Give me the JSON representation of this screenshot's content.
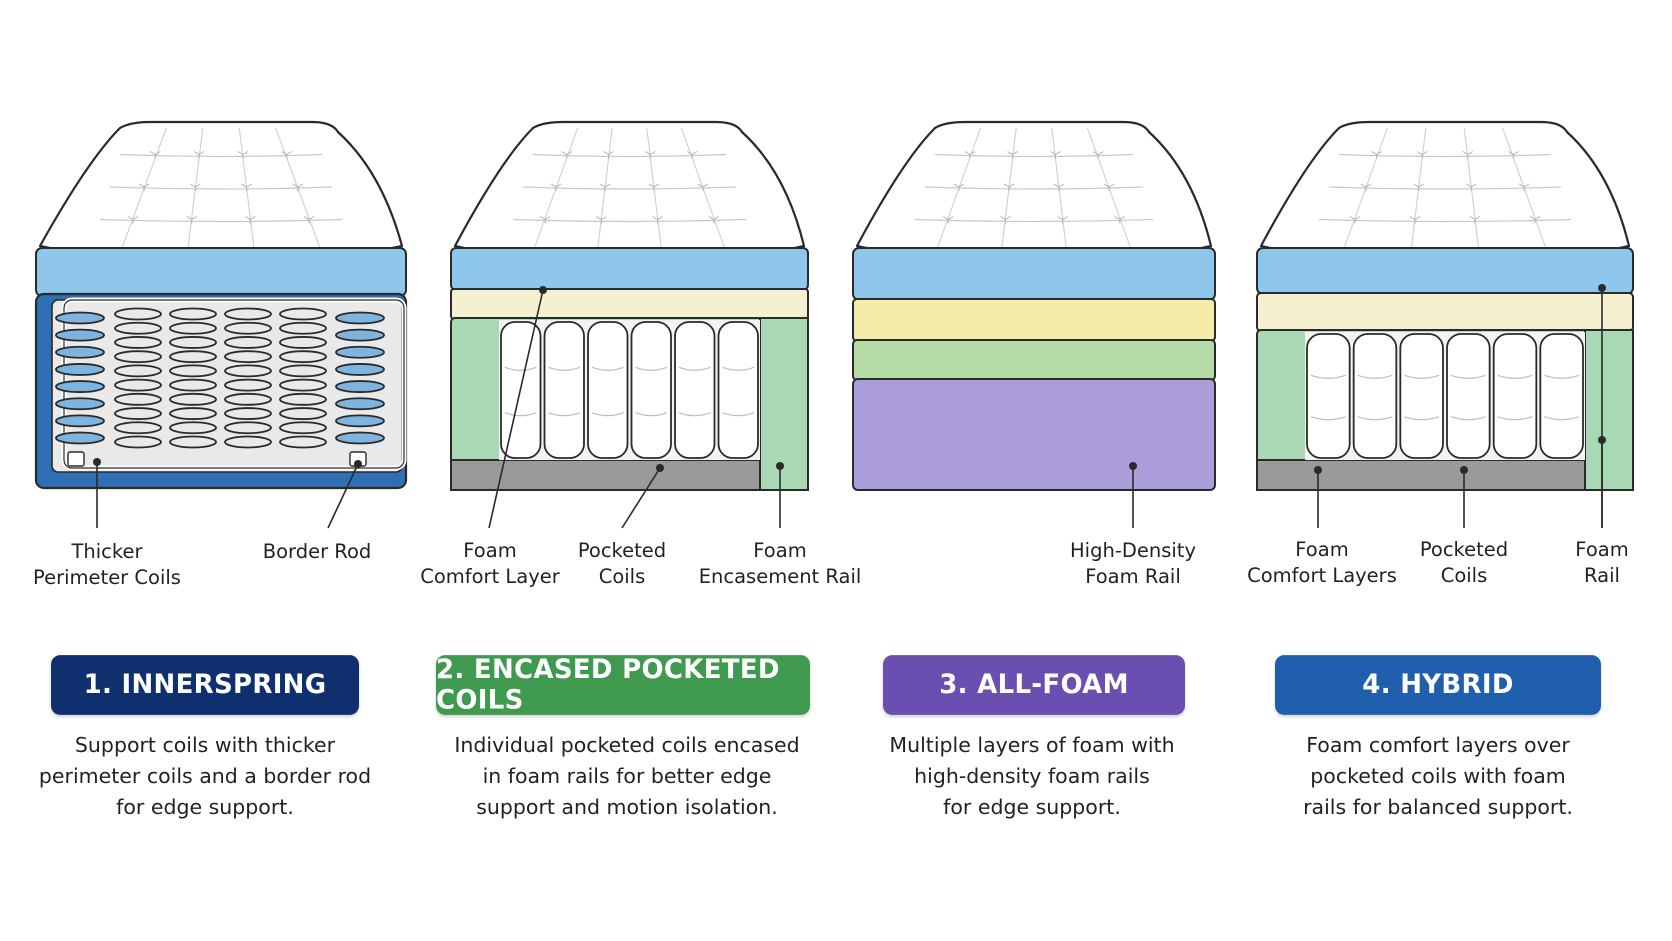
{
  "colors": {
    "innerspring": "#0f2f6e",
    "encased": "#3f9a4f",
    "allfoam": "#6b4fb0",
    "hybrid": "#1f5fad",
    "foam_blue": "#8fc7ec",
    "foam_cream": "#f5f0cf",
    "foam_yellow": "#f6ecaa",
    "foam_green": "#b6dca6",
    "rail_green": "#a9d8b4",
    "hd_purple": "#ab9edb",
    "base_gray": "#9a9a9a"
  },
  "panels": [
    {
      "id": "innerspring",
      "title": "1. INNERSPRING",
      "description": "Support coils with thicker\nperimeter coils and a border rod\nfor edge support.",
      "callouts": [
        "Thicker\nPerimeter Coils",
        "Border Rod"
      ]
    },
    {
      "id": "encased",
      "title": "2. ENCASED POCKETED COILS",
      "description": "Individual pocketed coils encased\nin foam rails for better edge\nsupport and motion isolation.",
      "callouts": [
        "Foam\nComfort Layer",
        "Pocketed\nCoils",
        "Foam\nEncasement Rail"
      ]
    },
    {
      "id": "allfoam",
      "title": "3. ALL-FOAM",
      "description": "Multiple layers of foam with\nhigh-density foam rails\nfor edge support.",
      "callouts": [
        "High-Density\nFoam Rail"
      ]
    },
    {
      "id": "hybrid",
      "title": "4. HYBRID",
      "description": "Foam comfort layers over\npocketed coils with foam\nrails for balanced support.",
      "callouts": [
        "Foam\nComfort Layers",
        "Pocketed\nCoils",
        "Foam\nRail"
      ]
    }
  ]
}
